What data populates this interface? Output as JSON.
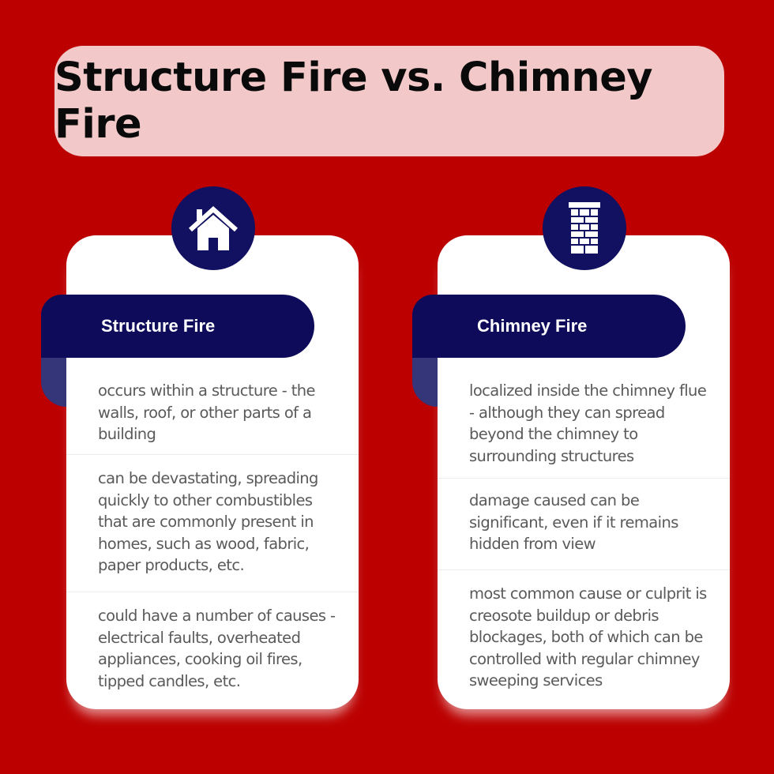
{
  "title": "Structure Fire vs. Chimney Fire",
  "colors": {
    "background": "#bc0000",
    "title_box": "#f2c9c8",
    "navy": "#0e0c5a",
    "fold": "#35357a",
    "card": "#ffffff",
    "body_text": "#5a5a5a"
  },
  "cards": [
    {
      "icon": "house-icon",
      "heading": "Structure Fire",
      "items": [
        "occurs within a structure - the walls, roof, or other parts of a building",
        "can be devastating, spreading quickly to other combustibles that are commonly present in homes, such as wood, fabric, paper products, etc.",
        "could have a number of causes - electrical faults, overheated appliances, cooking oil fires, tipped candles, etc."
      ]
    },
    {
      "icon": "chimney-icon",
      "heading": "Chimney Fire",
      "items": [
        "localized inside the chimney flue - although they can spread beyond the chimney to surrounding structures",
        "damage caused can be significant, even if it remains hidden from view",
        "most common cause or culprit is creosote buildup or debris blockages, both of which can be controlled with regular chimney sweeping services"
      ]
    }
  ]
}
